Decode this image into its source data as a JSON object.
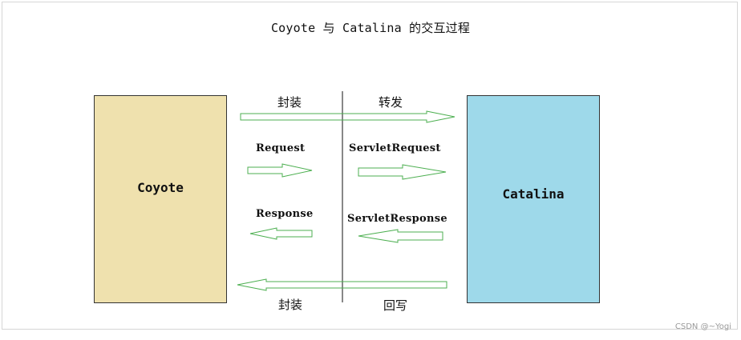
{
  "title": "Coyote 与 Catalina 的交互过程",
  "left_box": {
    "label": "Coyote",
    "color": "#efe1ae"
  },
  "right_box": {
    "label": "Catalina",
    "color": "#9ed9ea"
  },
  "arrow_color": "#4caf50",
  "labels": {
    "top_left": "封装",
    "top_right": "转发",
    "request": "Request",
    "servlet_request": "ServletRequest",
    "response": "Response",
    "servlet_response": "ServletResponse",
    "bottom_left": "封装",
    "bottom_right": "回写"
  },
  "watermark": "CSDN @~Yogi"
}
